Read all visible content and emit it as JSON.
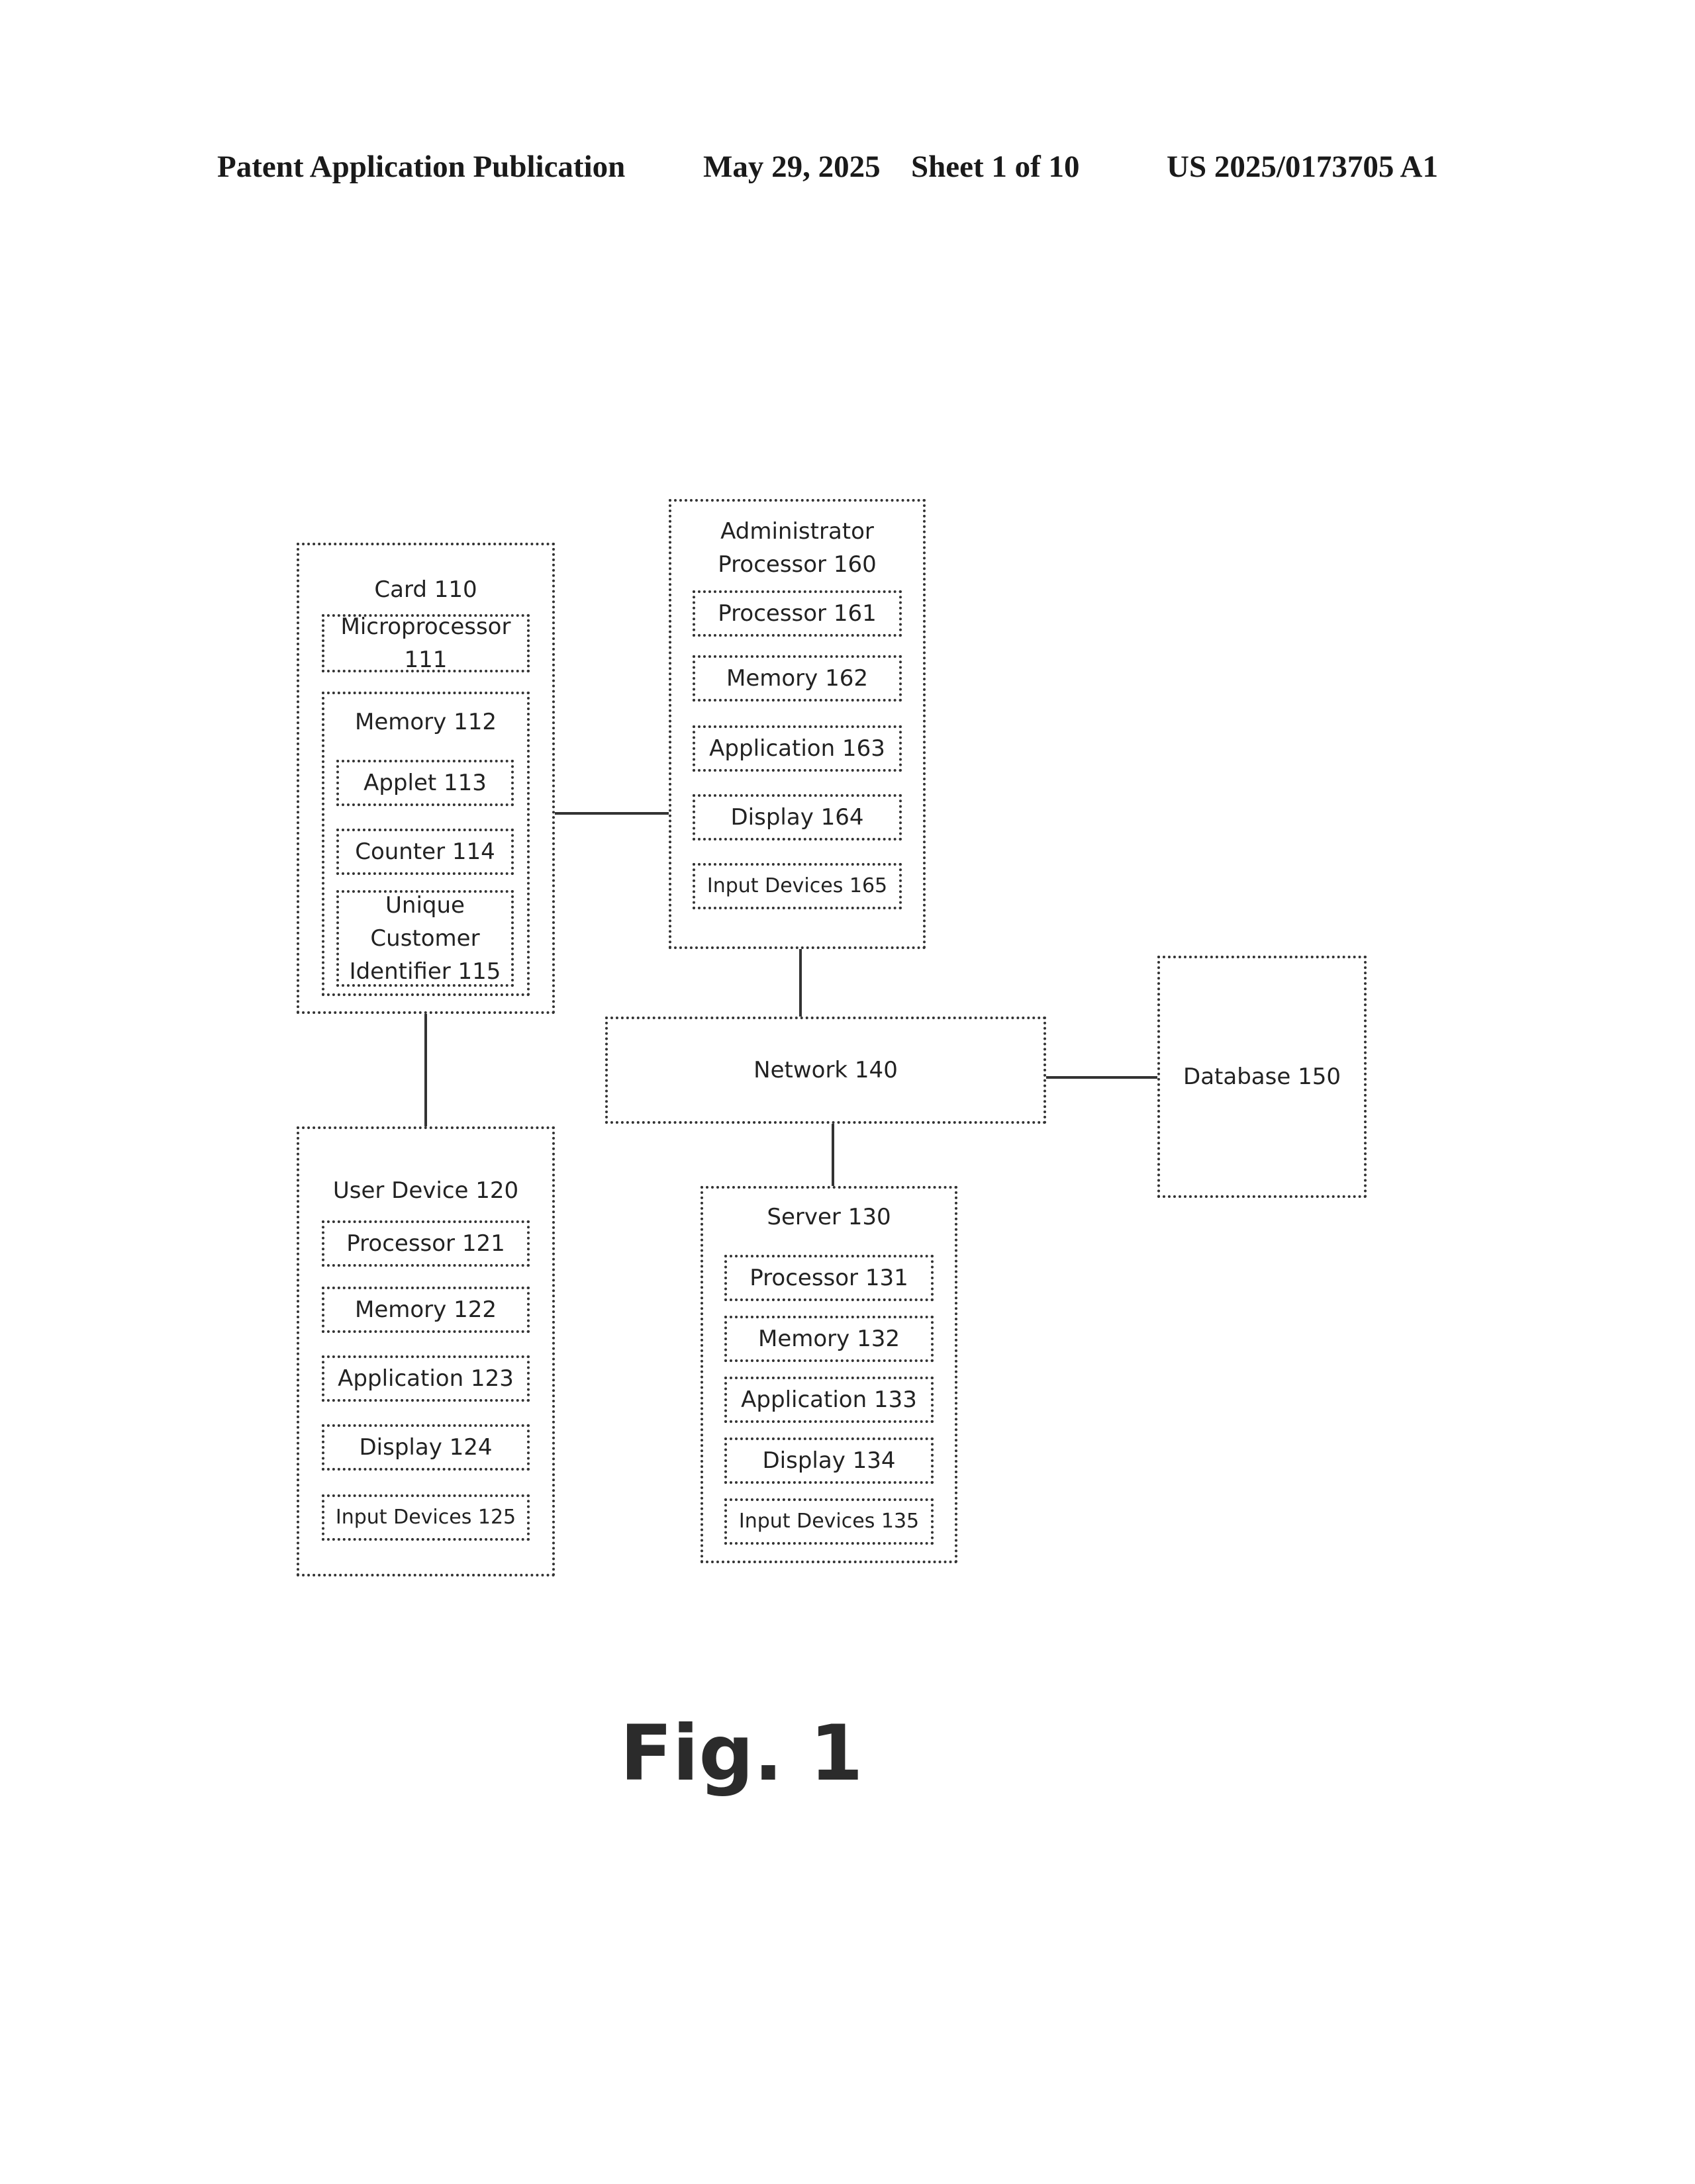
{
  "header": {
    "publication": "Patent Application Publication",
    "date": "May 29, 2025",
    "sheet": "Sheet 1 of 10",
    "number": "US 2025/0173705 A1"
  },
  "card": {
    "title": "Card 110",
    "microprocessor": "Microprocessor 111",
    "memory": {
      "title": "Memory 112",
      "applet": "Applet 113",
      "counter": "Counter 114",
      "identifier": "Unique Customer Identifier 115"
    }
  },
  "admin": {
    "title_line1": "Administrator",
    "title_line2": "Processor 160",
    "items": [
      "Processor 161",
      "Memory 162",
      "Application 163",
      "Display 164",
      "Input Devices 165"
    ]
  },
  "network": {
    "title": "Network 140"
  },
  "database": {
    "title": "Database 150"
  },
  "user_device": {
    "title": "User Device 120",
    "items": [
      "Processor 121",
      "Memory 122",
      "Application 123",
      "Display 124",
      "Input Devices 125"
    ]
  },
  "server": {
    "title": "Server 130",
    "items": [
      "Processor 131",
      "Memory 132",
      "Application 133",
      "Display 134",
      "Input Devices 135"
    ]
  },
  "figure": {
    "caption": "Fig. 1"
  }
}
